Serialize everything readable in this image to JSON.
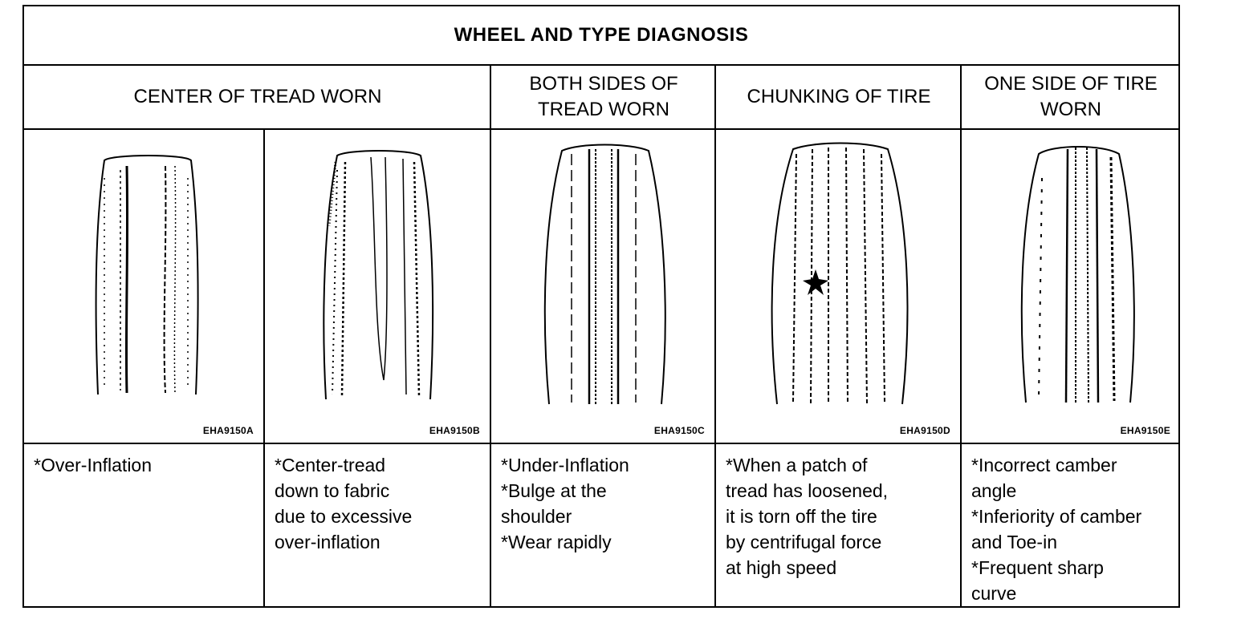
{
  "title": "WHEEL AND TYPE DIAGNOSIS",
  "headers": [
    "CENTER OF TREAD WORN",
    "BOTH SIDES OF TREAD WORN",
    "CHUNKING OF TIRE",
    "ONE SIDE OF TIRE WORN"
  ],
  "panels": [
    {
      "code": "EHA9150A",
      "lines": [
        "*Over-Inflation"
      ]
    },
    {
      "code": "EHA9150B",
      "lines": [
        "*Center-tread",
        "down to fabric",
        "due to excessive",
        "over-inflation"
      ]
    },
    {
      "code": "EHA9150C",
      "lines": [
        "*Under-Inflation",
        "*Bulge at the",
        "shoulder",
        "*Wear rapidly"
      ]
    },
    {
      "code": "EHA9150D",
      "lines": [
        "*When a patch of",
        "tread has loosened,",
        "it is torn off the tire",
        "by centrifugal force",
        "at high speed"
      ]
    },
    {
      "code": "EHA9150E",
      "lines": [
        "*Incorrect camber",
        "angle",
        "*Inferiority of camber",
        "and Toe-in",
        "*Frequent sharp",
        "curve"
      ]
    }
  ]
}
